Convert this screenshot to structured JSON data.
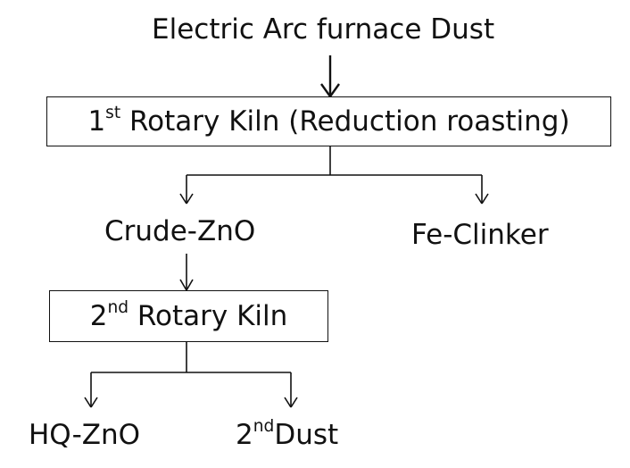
{
  "nodes": {
    "source": {
      "label": "Electric Arc furnace Dust"
    },
    "kiln1": {
      "num": "1",
      "sup": "st",
      "label": " Rotary Kiln (Reduction roasting)"
    },
    "crude": {
      "label": "Crude-ZnO"
    },
    "clinker": {
      "label": "Fe-Clinker"
    },
    "kiln2": {
      "num": "2",
      "sup": "nd",
      "label": " Rotary Kiln"
    },
    "hq": {
      "label": "HQ-ZnO"
    },
    "dust2": {
      "num": "2",
      "sup": "nd",
      "label": "Dust"
    }
  },
  "colors": {
    "ink": "#111111",
    "background": "#ffffff"
  }
}
